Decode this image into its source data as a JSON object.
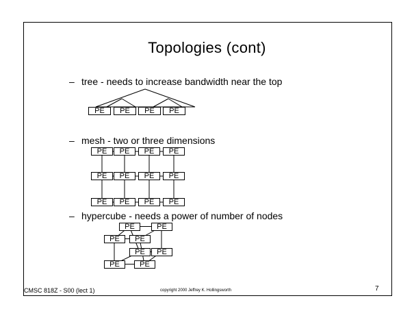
{
  "slide": {
    "title": "Topologies (cont)",
    "bullets": [
      {
        "dash": "–",
        "text": "tree - needs to increase bandwidth near the top"
      },
      {
        "dash": "–",
        "text": "mesh - two or three dimensions"
      },
      {
        "dash": "–",
        "text": "hypercube - needs a power of number of nodes"
      }
    ],
    "node_label": "PE",
    "footer": {
      "course": "CMSC 818Z - S00  (lect 1)",
      "copyright": "copyright 2000 Jeffrey K. Hollingsworth",
      "page_number": "7"
    }
  }
}
